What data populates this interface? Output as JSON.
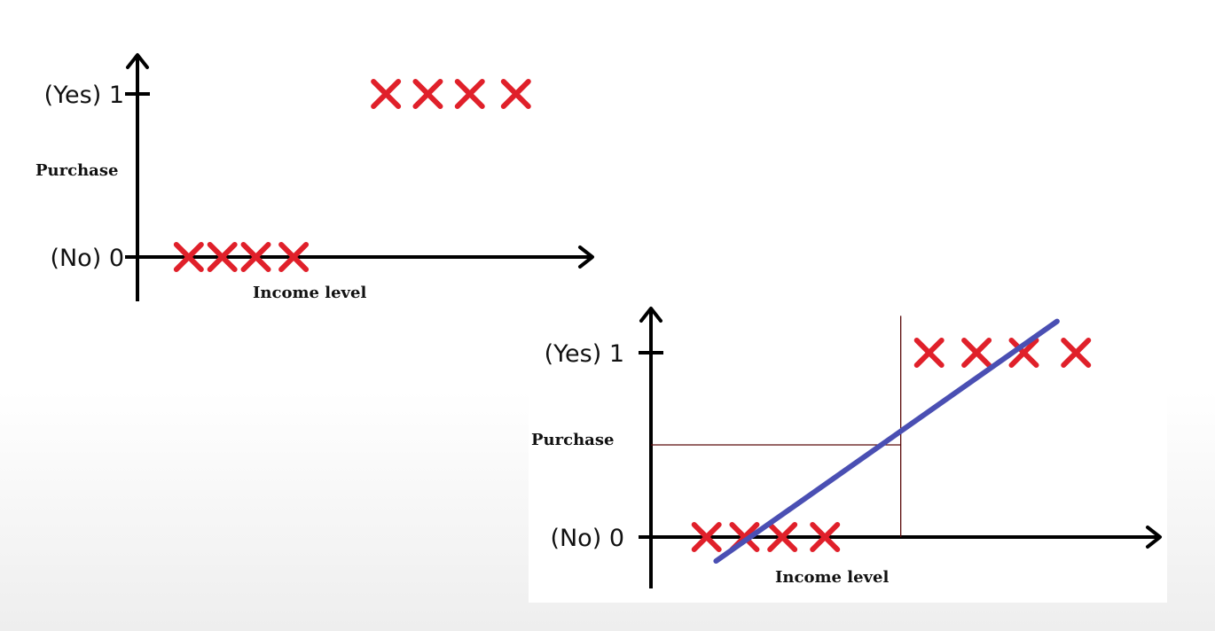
{
  "chart_data": [
    {
      "type": "scatter",
      "title": "",
      "xlabel": "Income level",
      "ylabel": "Purchase",
      "y_ticks": [
        {
          "value": 1,
          "label": "(Yes) 1"
        },
        {
          "value": 0,
          "label": "(No) 0"
        }
      ],
      "xlim": [
        0,
        10
      ],
      "ylim": [
        -0.25,
        1.2
      ],
      "grid": false,
      "marker": "x",
      "marker_color": "#e0202a",
      "axis_color": "#000000",
      "series": [
        {
          "x": [
            0.8,
            1.6,
            2.4,
            3.3,
            5.5,
            6.5,
            7.5,
            8.6
          ],
          "y": [
            0,
            0,
            0,
            0,
            1,
            1,
            1,
            1
          ]
        }
      ]
    },
    {
      "type": "scatter",
      "title": "",
      "xlabel": "Income level",
      "ylabel": "Purchase",
      "y_ticks": [
        {
          "value": 1,
          "label": "(Yes) 1"
        },
        {
          "value": 0,
          "label": "(No) 0"
        }
      ],
      "xlim": [
        0,
        10
      ],
      "ylim": [
        -0.25,
        1.2
      ],
      "grid": false,
      "marker": "x",
      "marker_color": "#e0202a",
      "axis_color": "#000000",
      "series": [
        {
          "x": [
            0.8,
            1.6,
            2.4,
            3.3,
            5.5,
            6.5,
            7.5,
            8.6
          ],
          "y": [
            0,
            0,
            0,
            0,
            1,
            1,
            1,
            1
          ]
        }
      ],
      "fit_line": {
        "color": "#4a4fb3",
        "points": [
          [
            1.0,
            -0.13
          ],
          [
            8.2,
            1.17
          ]
        ]
      },
      "threshold": {
        "x": 4.9,
        "y": 0.5,
        "color": "#5a0a0a"
      }
    }
  ]
}
